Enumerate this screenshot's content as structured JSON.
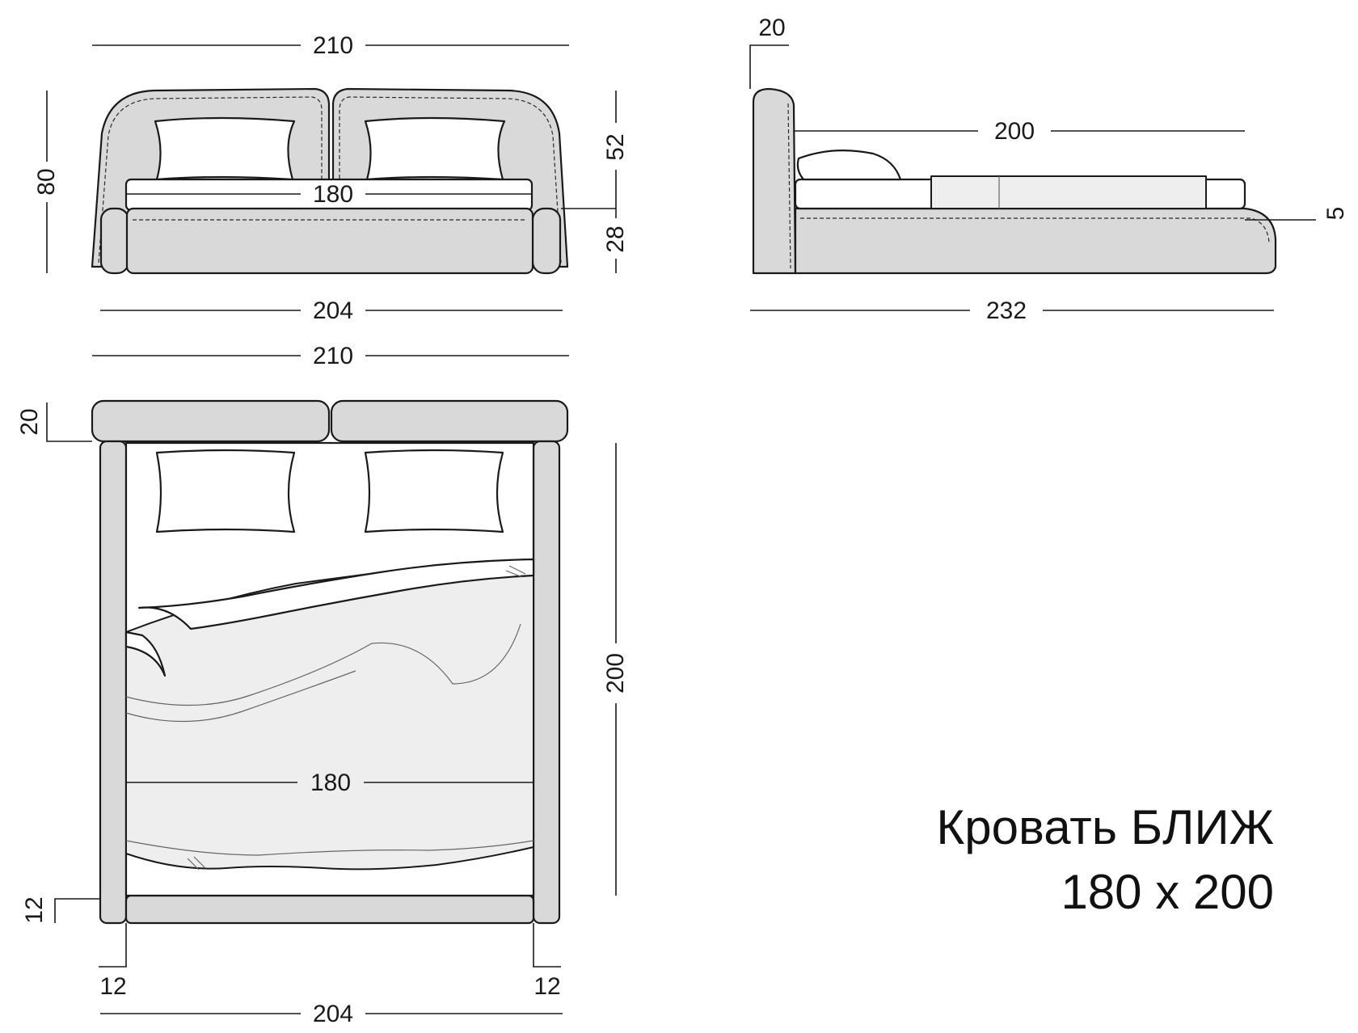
{
  "title": {
    "name": "Кровать БЛИЖ",
    "size": "180 x 200"
  },
  "front_view": {
    "dim_top_width": "210",
    "dim_height": "80",
    "dim_headboard_height": "52",
    "dim_base_height": "28",
    "dim_mattress_width": "180",
    "dim_bottom_width": "204"
  },
  "side_view": {
    "dim_headboard_depth": "20",
    "dim_mattress_length": "200",
    "dim_offset": "5",
    "dim_total_length": "232"
  },
  "top_view": {
    "dim_top_width": "210",
    "dim_headboard_depth": "20",
    "dim_length": "200",
    "dim_mattress_width": "180",
    "dim_footboard_depth": "12",
    "dim_left_side": "12",
    "dim_right_side": "12",
    "dim_bottom_width": "204"
  }
}
